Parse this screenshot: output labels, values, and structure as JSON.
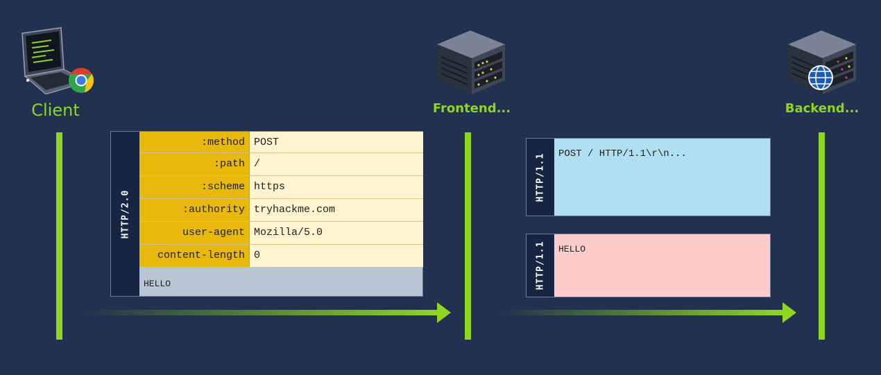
{
  "nodes": {
    "client": "Client",
    "frontend": "Frontend...",
    "backend": "Backend..."
  },
  "http2": {
    "version": "HTTP/2.0",
    "headers": [
      {
        "name": ":method",
        "value": "POST"
      },
      {
        "name": ":path",
        "value": "/"
      },
      {
        "name": ":scheme",
        "value": "https"
      },
      {
        "name": ":authority",
        "value": "tryhackme.com"
      },
      {
        "name": "user-agent",
        "value": "Mozilla/5.0"
      },
      {
        "name": "content-length",
        "value": "0"
      }
    ],
    "body": "HELLO"
  },
  "http1_requests": [
    {
      "version": "HTTP/1.1",
      "content": "POST / HTTP/1.1\\r\\n..."
    },
    {
      "version": "HTTP/1.1",
      "content": "HELLO"
    }
  ],
  "colors": {
    "background": "#21314f",
    "accent_green": "#8fd623",
    "header_name_bg": "#e8b80c",
    "header_value_bg": "#fff4cf",
    "body_bg": "#b8c6d3",
    "version_bar_bg": "#172542",
    "request1_bg": "#b1dff2",
    "request2_bg": "#ffcccc"
  },
  "icons": {
    "client": "laptop-icon",
    "browser": "chrome-icon",
    "frontend": "server-icon",
    "backend": "web-server-icon"
  }
}
